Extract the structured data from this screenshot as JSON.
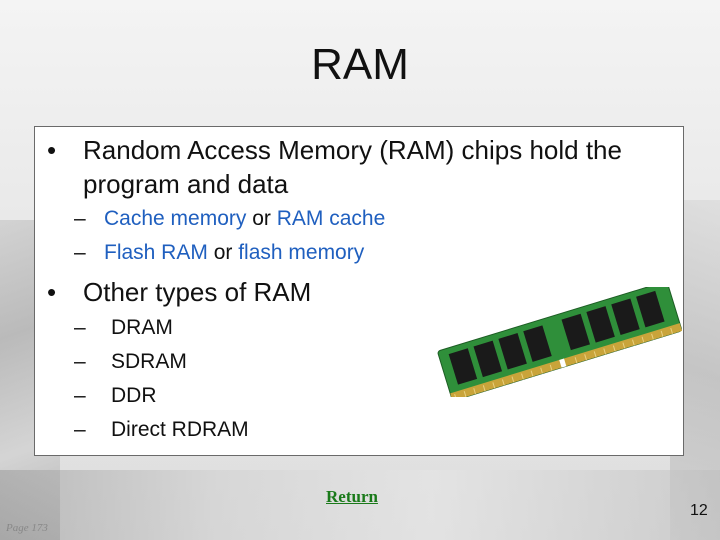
{
  "slide": {
    "title": "RAM",
    "bullets": [
      {
        "line1": "Random Access Memory (RAM) chips hold the",
        "line2": "program and data"
      },
      {
        "text": "Other types of RAM"
      }
    ],
    "sub_items_1": [
      {
        "dash": "–",
        "part1": "Cache memory",
        "part2": " or ",
        "part3": "RAM cache"
      },
      {
        "dash": "–",
        "part1": "Flash RAM",
        "part2": " or ",
        "part3": "flash memory"
      }
    ],
    "sub_items_2": [
      {
        "dash": "–",
        "text": "DRAM"
      },
      {
        "dash": "–",
        "text": "SDRAM"
      },
      {
        "dash": "–",
        "text": "DDR"
      },
      {
        "dash": "–",
        "text": "Direct RDRAM"
      }
    ],
    "bullet_symbol": "•",
    "return_label": "Return",
    "page_number": "12",
    "page_reference": "Page 173",
    "image_icon": "ram-module",
    "colors": {
      "link_blue": "#1f5fbf",
      "return_green": "#1a7a1a"
    }
  }
}
